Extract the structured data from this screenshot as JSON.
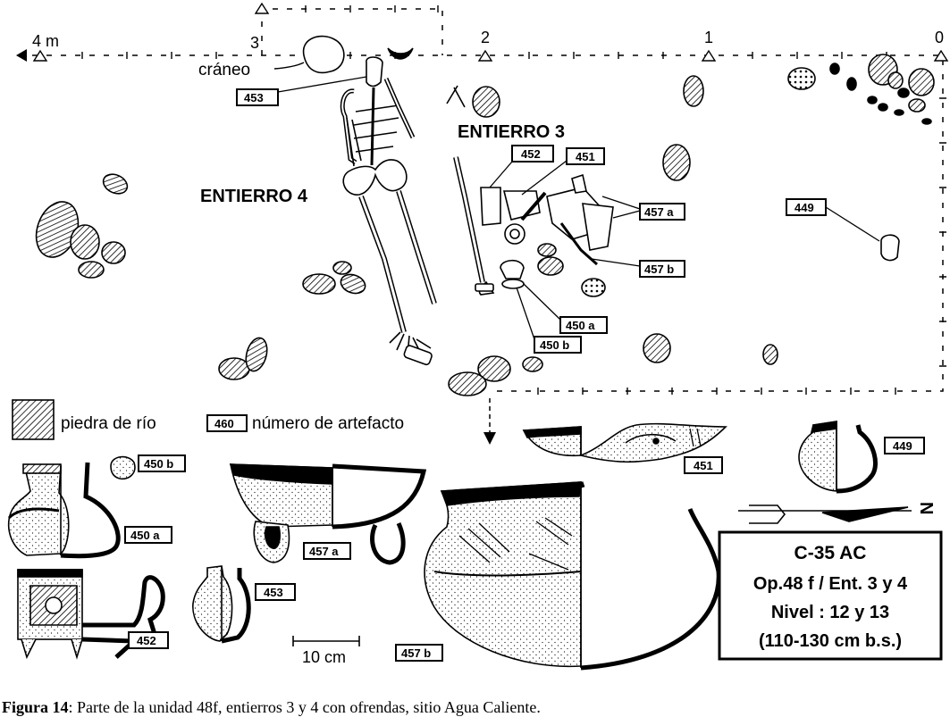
{
  "grid": {
    "markers": [
      "4 m",
      "3",
      "2",
      "1",
      "0"
    ]
  },
  "labels": {
    "skull": "cráneo",
    "burial3": "ENTIERRO 3",
    "burial4": "ENTIERRO 4"
  },
  "artifacts": {
    "a453": "453",
    "a452": "452",
    "a451": "451",
    "a457a": "457 a",
    "a457b": "457 b",
    "a449": "449",
    "a450a": "450 a",
    "a450b": "450 b"
  },
  "legend": {
    "stone": "piedra de río",
    "number_box": "460",
    "number_desc": "número de artefacto"
  },
  "vessels": {
    "v450b": "450 b",
    "v450a": "450 a",
    "v457a": "457 a",
    "v451": "451",
    "v449": "449",
    "v452": "452",
    "v453": "453",
    "v457b": "457 b"
  },
  "scale": {
    "label": "10 cm"
  },
  "north": {
    "label": "N"
  },
  "site_box": {
    "line1": "C-35 AC",
    "line2": "Op.48 f / Ent. 3 y 4",
    "line3": "Nivel : 12 y 13",
    "line4": "(110-130 cm b.s.)"
  },
  "caption": {
    "prefix": "Figura 14",
    "text": ": Parte de la unidad 48f, entierros 3 y 4 con ofrendas, sitio Agua Caliente."
  }
}
